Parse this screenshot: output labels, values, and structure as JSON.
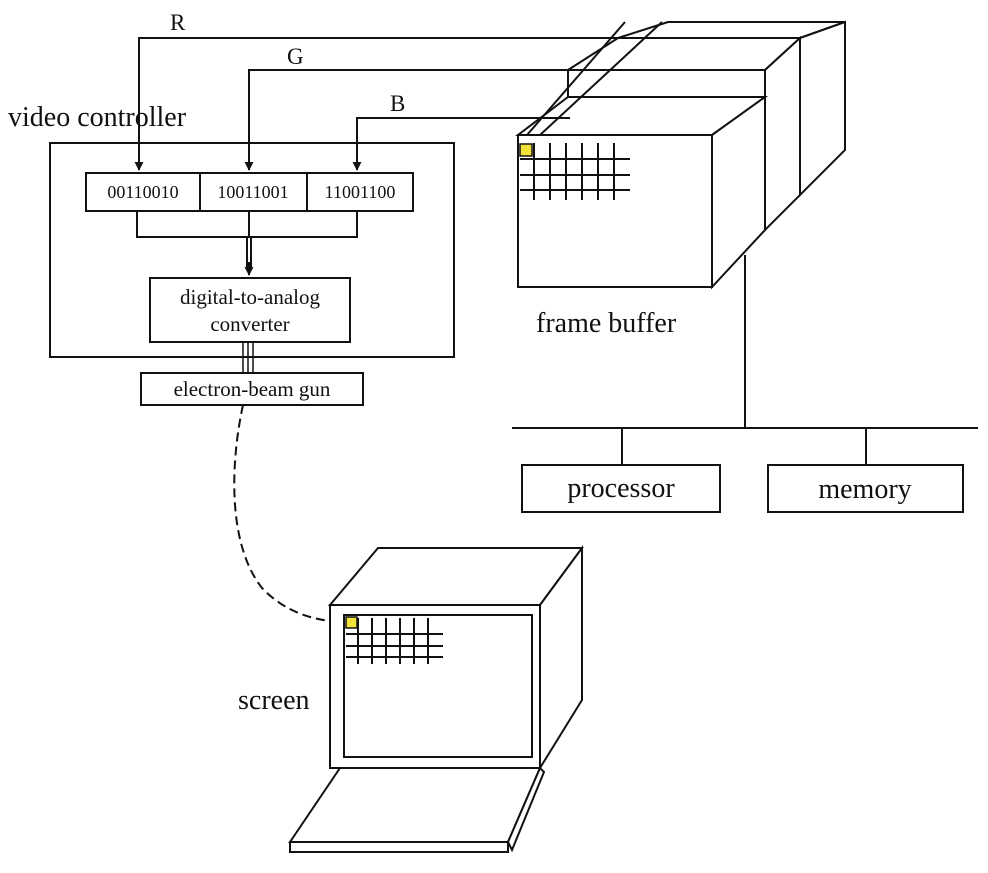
{
  "labels": {
    "video_controller": "video controller",
    "frame_buffer": "frame buffer",
    "screen": "screen",
    "electron_beam_gun": "electron-beam gun",
    "dac_line1": "digital-to-analog",
    "dac_line2": "converter",
    "processor": "processor",
    "memory": "memory"
  },
  "channels": {
    "r": "R",
    "g": "G",
    "b": "B"
  },
  "registers": [
    "00110010",
    "10011001",
    "11001100"
  ],
  "colors": {
    "line": "#111111",
    "pixel_highlight": "#f2e33a"
  }
}
